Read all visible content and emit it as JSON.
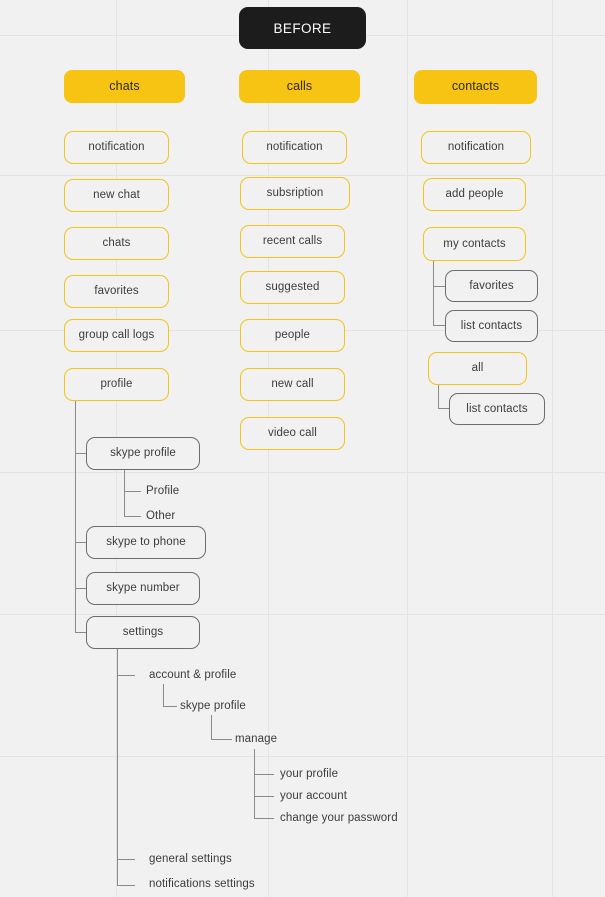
{
  "badge": {
    "label": "BEFORE"
  },
  "colors": {
    "background": "#f1f1f1",
    "grid": "#e4e4e4",
    "accent_yellow": "#f7c413",
    "node_border_yellow": "#f3c417",
    "node_border_gray": "#6d6d6d",
    "connector": "#8a8a8a",
    "badge_background": "#1c1c1c",
    "badge_text": "#ffffff",
    "text": "#3c3c3c"
  },
  "columns": [
    {
      "id": "chats",
      "header": "chats",
      "items": [
        "notification",
        "new chat",
        "chats",
        "favorites",
        "group call logs",
        "profile"
      ]
    },
    {
      "id": "calls",
      "header": "calls",
      "items": [
        "notification",
        "subsription",
        "recent calls",
        "suggested",
        "people",
        "new call",
        "video call"
      ]
    },
    {
      "id": "contacts",
      "header": "contacts",
      "items": [
        "notification",
        "add people",
        "my contacts",
        "all"
      ]
    }
  ],
  "contacts_children": {
    "my_contacts": [
      "favorites",
      "list contacts"
    ],
    "all": [
      "list contacts"
    ]
  },
  "profile_children": [
    "skype profile",
    "skype to phone",
    "skype number",
    "settings"
  ],
  "skype_profile_children": [
    "Profile",
    "Other"
  ],
  "settings_children": [
    "account & profile",
    "general settings",
    "notifications settings"
  ],
  "account_profile_children": [
    "skype profile"
  ],
  "settings_skype_profile_children": [
    "manage"
  ],
  "manage_children": [
    "your profile",
    "your account",
    "change your password"
  ]
}
